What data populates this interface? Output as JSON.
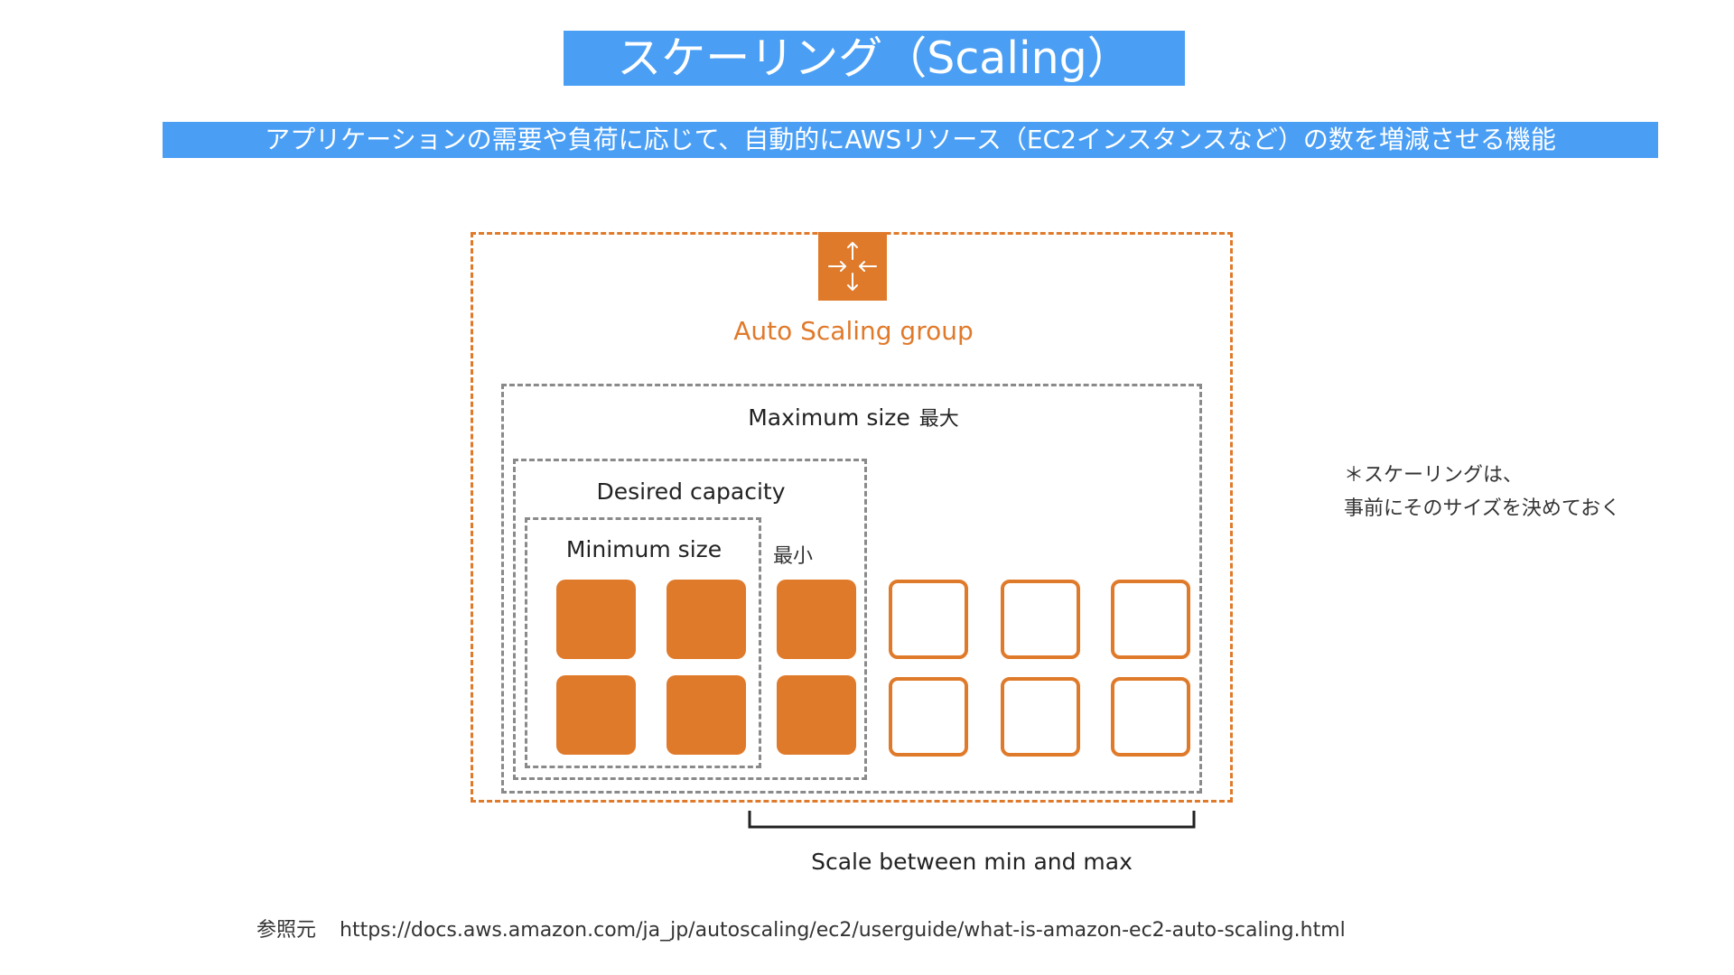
{
  "title": "スケーリング（Scaling）",
  "subtitle": "アプリケーションの需要や負荷に応じて、自動的にAWSリソース（EC2インスタンスなど）の数を増減させる機能",
  "diagram": {
    "asg_label": "Auto Scaling group",
    "max_label": "Maximum size",
    "max_label_jp": "最大",
    "desired_label": "Desired capacity",
    "min_label": "Minimum size",
    "min_label_jp": "最小",
    "scale_label": "Scale between min and max",
    "icon": "auto-scaling-arrows-icon",
    "colors": {
      "accent": "#e07a2b",
      "box_gray": "#8a8a8a",
      "banner": "#4a9ff5"
    }
  },
  "note": {
    "line1": "＊スケーリングは、",
    "line2": "事前にそのサイズを決めておく"
  },
  "source": {
    "label": "参照元",
    "url": "https://docs.aws.amazon.com/ja_jp/autoscaling/ec2/userguide/what-is-amazon-ec2-auto-scaling.html"
  }
}
